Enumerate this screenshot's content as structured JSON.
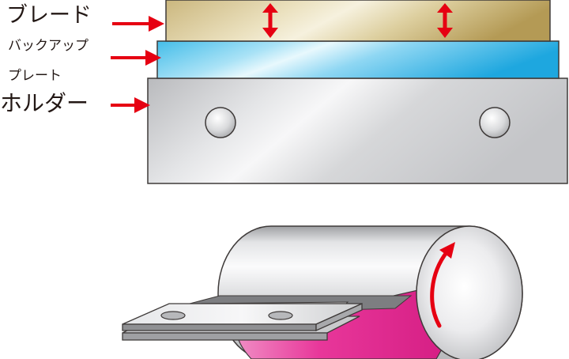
{
  "labels": {
    "blade": "ブレード",
    "backup_plate_line1": "バックアップ",
    "backup_plate_line2": "プレート",
    "holder": "ホルダー"
  },
  "colors": {
    "arrow_red": "#e60012",
    "blade_gold": "#c9b47c",
    "backup_blue": "#3ab4e6",
    "holder_gray": "#d2d3d5",
    "roll_pink": "#e8379a",
    "outline": "#3e3a39"
  }
}
